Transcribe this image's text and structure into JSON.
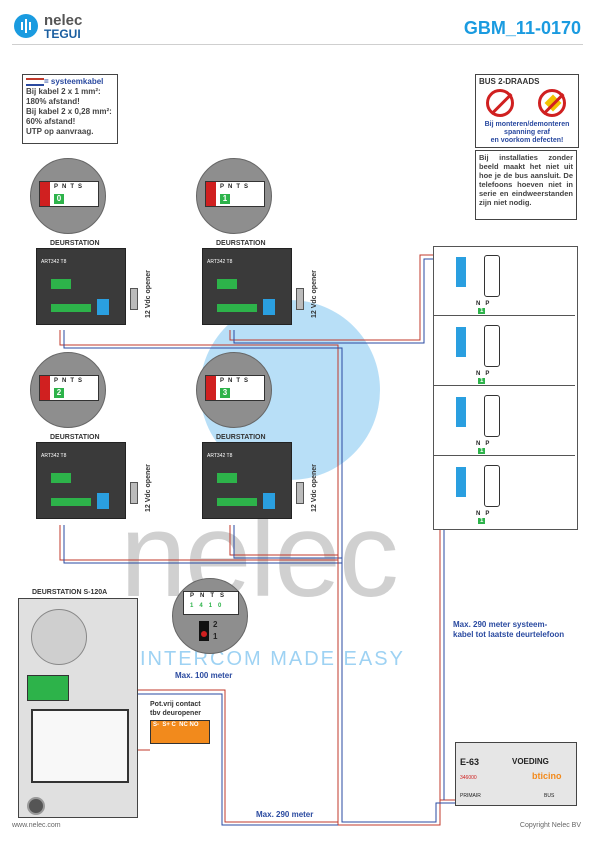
{
  "header": {
    "brand_name": "nelec",
    "brand_sub": "TEGUI",
    "document_id": "GBM_11-0170"
  },
  "legend_box": {
    "line1": "= systeemkabel",
    "line2": "Bij kabel 2 x 1 mm²:",
    "line3": "180% afstand!",
    "line4": "Bij kabel 2 x 0,28 mm²:",
    "line5": "60% afstand!",
    "line6": "UTP op aanvraag."
  },
  "warning_box": {
    "title": "BUS 2-DRAADS",
    "text1": "Bij monteren/demonteren",
    "text2": "spanning eraf",
    "text3": "en voorkom defecten!"
  },
  "info_box": {
    "text": "Bij installaties zonder beeld maakt het niet uit hoe je de bus aansluit. De telefoons hoeven niet in serie en eindweerstanden zijn niet nodig."
  },
  "stations": [
    {
      "title": "DEURSTATION",
      "model": "ART342 T8",
      "address": "0",
      "opener": "12 Vdc opener"
    },
    {
      "title": "DEURSTATION",
      "model": "ART342 T8",
      "address": "1",
      "opener": "12 Vdc opener"
    },
    {
      "title": "DEURSTATION",
      "model": "ART342 T8",
      "address": "2",
      "opener": "12 Vdc opener"
    },
    {
      "title": "DEURSTATION",
      "model": "ART342 T8",
      "address": "3",
      "opener": "12 Vdc opener"
    }
  ],
  "terminal_labels": [
    "P",
    "N",
    "T",
    "S"
  ],
  "s120": {
    "title": "DEURSTATION S-120A",
    "dial_labels": [
      "P",
      "N",
      "T",
      "S"
    ],
    "dial_values": [
      "1",
      "4",
      "1",
      "0"
    ],
    "switch_values": [
      "2",
      "1"
    ],
    "contact_title_1": "Pot.vrij contact",
    "contact_title_2": "tbv deuropener",
    "contact_terminals": "S-  S+ C  NC NO"
  },
  "distance_labels": {
    "max100": "Max. 100 meter",
    "max290": "Max. 290 meter",
    "max290_system_1": "Max. 290 meter systeem-",
    "max290_system_2": "kabel tot laatste deurtelefoon"
  },
  "phones": [
    {
      "n": "N",
      "p": "P",
      "value": "1"
    },
    {
      "n": "N",
      "p": "P",
      "value": "1"
    },
    {
      "n": "N",
      "p": "P",
      "value": "1"
    },
    {
      "n": "N",
      "p": "P",
      "value": "1"
    }
  ],
  "power_supply": {
    "model": "E-63",
    "label": "VOEDING",
    "brand": "bticino",
    "code": "346000",
    "primair": "PRIMAIR",
    "bus": "BUS"
  },
  "watermark": {
    "text": "nelec",
    "tagline": "INTERCOM MADE EASY"
  },
  "footer": {
    "left": "www.nelec.com",
    "right": "Copyright Nelec BV"
  },
  "colors": {
    "accent": "#1a9be0",
    "cable_red": "#c0392b",
    "cable_blue": "#2a4aa0",
    "warning_red": "#d02020"
  }
}
